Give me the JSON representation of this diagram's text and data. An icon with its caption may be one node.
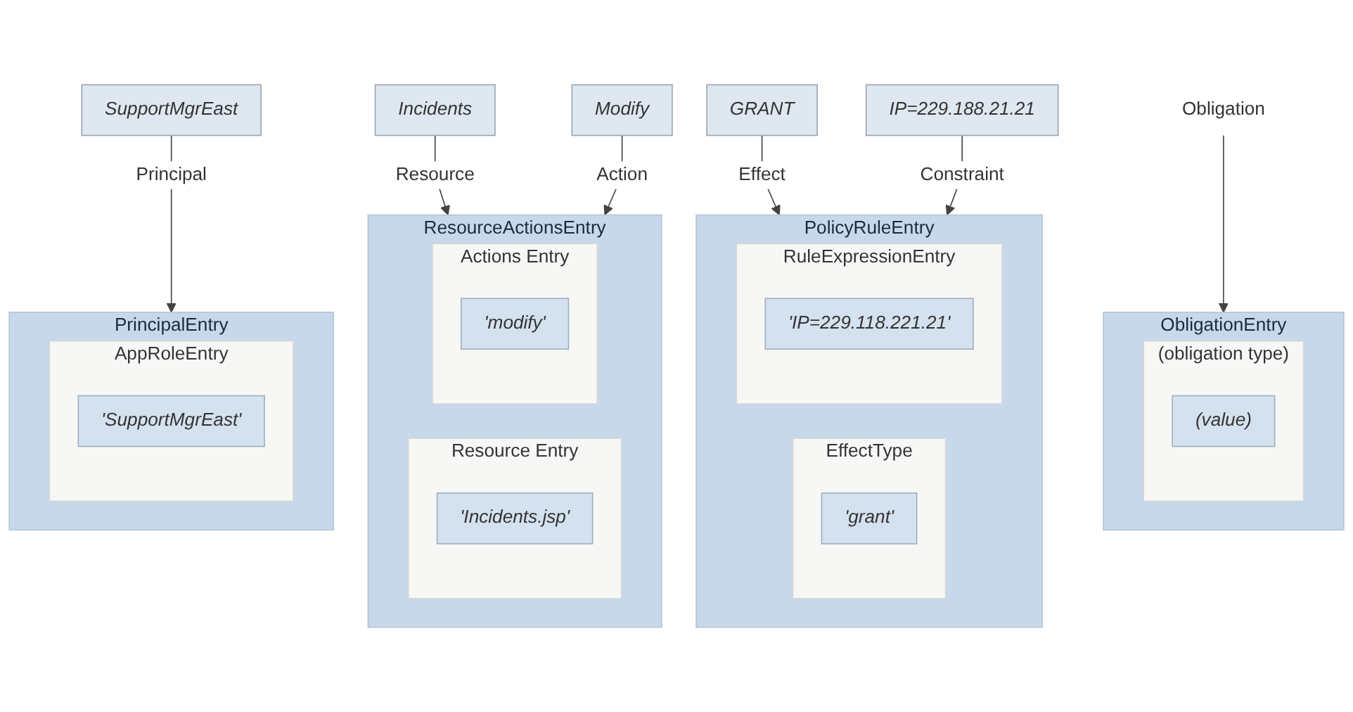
{
  "diagram": {
    "nodes": [
      {
        "text": [
          "SupportMgrEast"
        ]
      },
      {
        "text": [
          "Incidents"
        ]
      },
      {
        "text": [
          "Modify"
        ]
      },
      {
        "text": [
          "GRANT"
        ]
      },
      {
        "text": [
          "IP=229.188.21.21"
        ]
      },
      {
        "text": [
          "Obligation"
        ]
      },
      {
        "text": [
          "PrincipalEntry"
        ]
      },
      {
        "text": [
          "AppRoleEntry"
        ],
        "in": 6
      },
      {
        "text": [
          "'SupportMgrEast'"
        ],
        "in": 7
      },
      {
        "text": [
          "PolicyRuleEntry"
        ]
      },
      {
        "text": [
          "EffectType"
        ],
        "in": 9
      },
      {
        "text": [
          "'grant'"
        ],
        "in": 10
      },
      {
        "text": [
          "RuleExpressionEntry"
        ],
        "in": 9
      },
      {
        "text": [
          "'IP=229.118.221.21'"
        ],
        "in": 12
      },
      {
        "text": [
          "ResourceActionsEntry"
        ]
      },
      {
        "text": [
          "Resource Entry"
        ],
        "in": 14
      },
      {
        "text": [
          "'Incidents.jsp'"
        ],
        "in": 15
      },
      {
        "text": [
          "Actions Entry"
        ],
        "in": 14
      },
      {
        "text": [
          "'modify'"
        ],
        "in": 17
      },
      {
        "text": [
          "ObligationEntry"
        ]
      },
      {
        "text": [
          "(obligation type)"
        ],
        "in": 19
      },
      {
        "text": [
          "(value)"
        ],
        "in": 20
      }
    ],
    "edges": [
      {
        "from": 0,
        "to": 6,
        "arrow": "to",
        "label": "Principal"
      },
      {
        "from": 1,
        "to": 14,
        "arrow": "to",
        "label": "Resource"
      },
      {
        "from": 2,
        "to": 14,
        "arrow": "to",
        "label": "Action"
      },
      {
        "from": 3,
        "to": 9,
        "arrow": "to",
        "label": "Effect"
      },
      {
        "from": 4,
        "to": 9,
        "arrow": "to",
        "label": "Constraint"
      },
      {
        "from": 5,
        "to": 19,
        "arrow": "to"
      }
    ]
  }
}
